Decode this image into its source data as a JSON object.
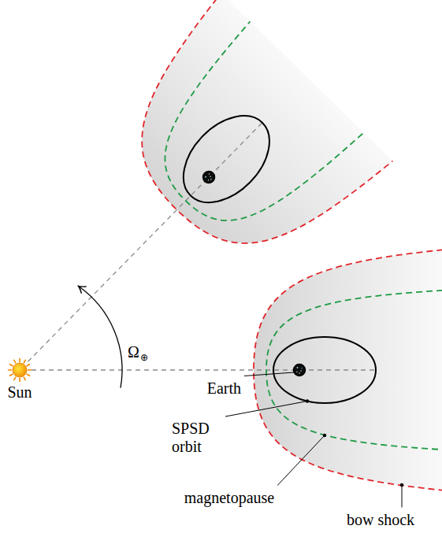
{
  "diagram": {
    "labels": [
      "Ω⊕",
      "Sun",
      "Earth",
      "SPSD orbit",
      "magnetopause",
      "bow shock"
    ]
  }
}
